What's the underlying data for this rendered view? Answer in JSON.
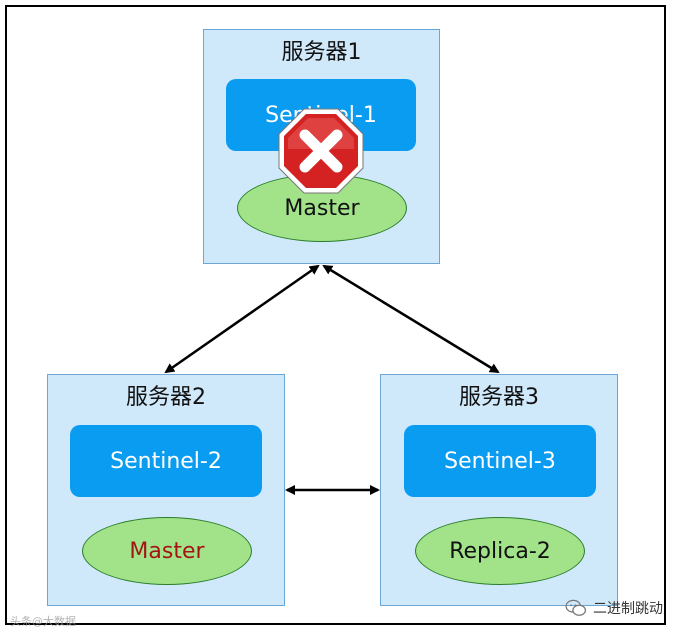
{
  "servers": [
    {
      "title": "服务器1",
      "sentinel": "Sentinel-1",
      "node": "Master",
      "node_color": "#111111"
    },
    {
      "title": "服务器2",
      "sentinel": "Sentinel-2",
      "node": "Master",
      "node_color": "#a31515"
    },
    {
      "title": "服务器3",
      "sentinel": "Sentinel-3",
      "node": "Replica-2",
      "node_color": "#111111"
    }
  ],
  "failure_icon": "error-x-octagon-icon",
  "colors": {
    "server_bg": "#cfe9fb",
    "sentinel_bg": "#0a9cf0",
    "node_bg": "#a2e38a",
    "failure_red": "#d42222"
  },
  "watermark_left": "头条@大数据",
  "watermark_right": "二进制跳动"
}
